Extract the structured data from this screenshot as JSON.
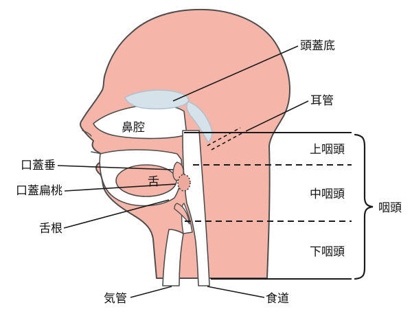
{
  "diagram": {
    "type": "anatomy-sagittal-head-pharynx",
    "background": "#ffffff",
    "colors": {
      "skin": "#f6b5a9",
      "outline": "#4d4d4d",
      "bone": "#d6e2ea",
      "bone_stroke": "#aac2cf",
      "line": "#1a1a1a",
      "tonsil": "#eda99b",
      "white": "#ffffff"
    },
    "labels": {
      "skull_base": "頭蓋底",
      "eustachian_tube": "耳管",
      "nasal_cavity": "鼻腔",
      "uvula": "口蓋垂",
      "palatine_tonsil": "口蓋扁桃",
      "tongue": "舌",
      "tongue_root": "舌根",
      "trachea": "気管",
      "esophagus": "食道",
      "upper_pharynx": "上咽頭",
      "middle_pharynx": "中咽頭",
      "lower_pharynx": "下咽頭",
      "pharynx": "咽頭"
    }
  }
}
